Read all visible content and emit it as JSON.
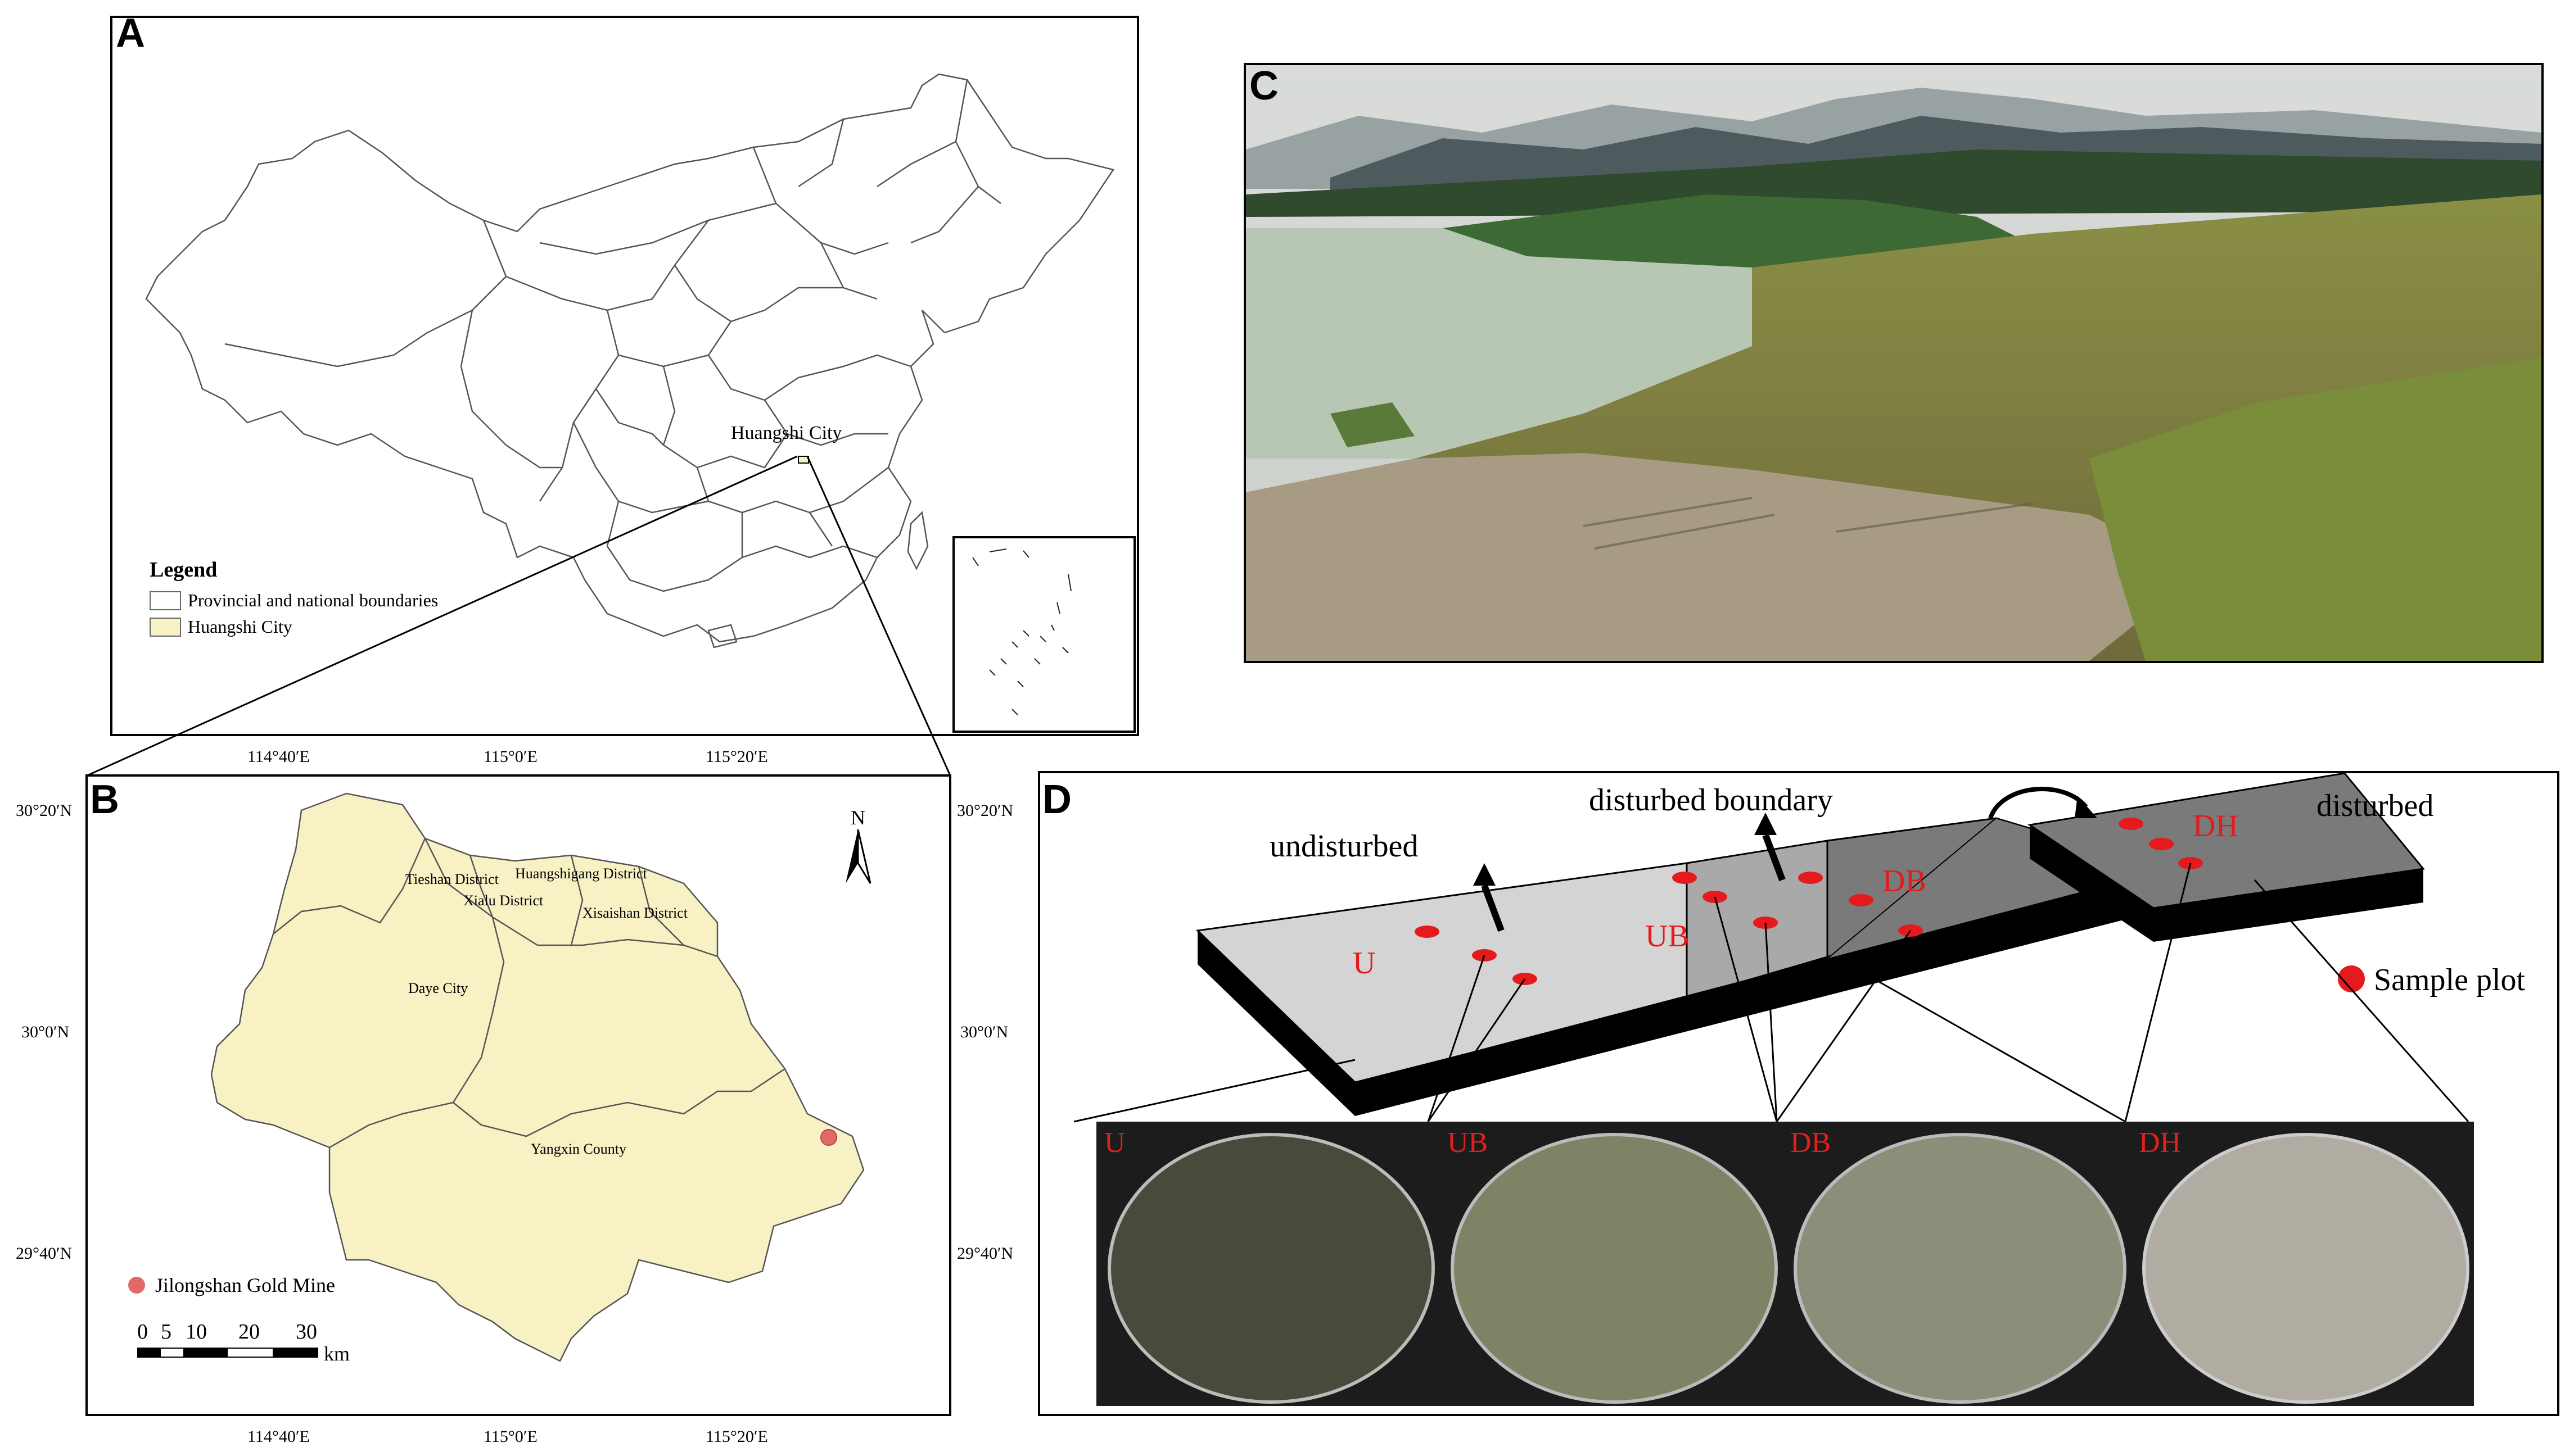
{
  "panel_a": {
    "label": "A",
    "city_label": "Huangshi City",
    "legend": {
      "title": "Legend",
      "items": [
        "Provincial and national boundaries",
        "Huangshi City"
      ]
    }
  },
  "panel_b": {
    "label": "B",
    "top_lon": [
      "114°40′E",
      "115°0′E",
      "115°20′E"
    ],
    "bottom_lon": [
      "114°40′E",
      "115°0′E",
      "115°20′E"
    ],
    "left_lat": [
      "30°20′N",
      "30°0′N",
      "29°40′N"
    ],
    "right_lat": [
      "30°20′N",
      "30°0′N",
      "29°40′N"
    ],
    "north": "N",
    "districts": [
      "Tieshan District",
      "Huangshigang District",
      "Xialu District",
      "Xisaishan District",
      "Daye City",
      "Yangxin County"
    ],
    "legend_item": "Jilongshan Gold Mine",
    "scale_numbers": [
      "0",
      "5",
      "10",
      "20",
      "30"
    ],
    "scale_unit": "km"
  },
  "panel_c": {
    "label": "C"
  },
  "panel_d": {
    "label": "D",
    "zone_labels": [
      "undisturbed",
      "disturbed boundary",
      "disturbed"
    ],
    "plot_codes": [
      "U",
      "UB",
      "DB",
      "DH"
    ],
    "sample_legend": "Sample plot",
    "dish_labels": [
      "U",
      "UB",
      "DB",
      "DH"
    ]
  },
  "colors": {
    "city_fill": "#f7f1c4",
    "gold_mine": "#e06a6a",
    "sample_red": "#e41a1c",
    "slab_light": "#d4d4d4",
    "slab_mid": "#a9a9a9",
    "slab_dark": "#7a7a7a"
  }
}
